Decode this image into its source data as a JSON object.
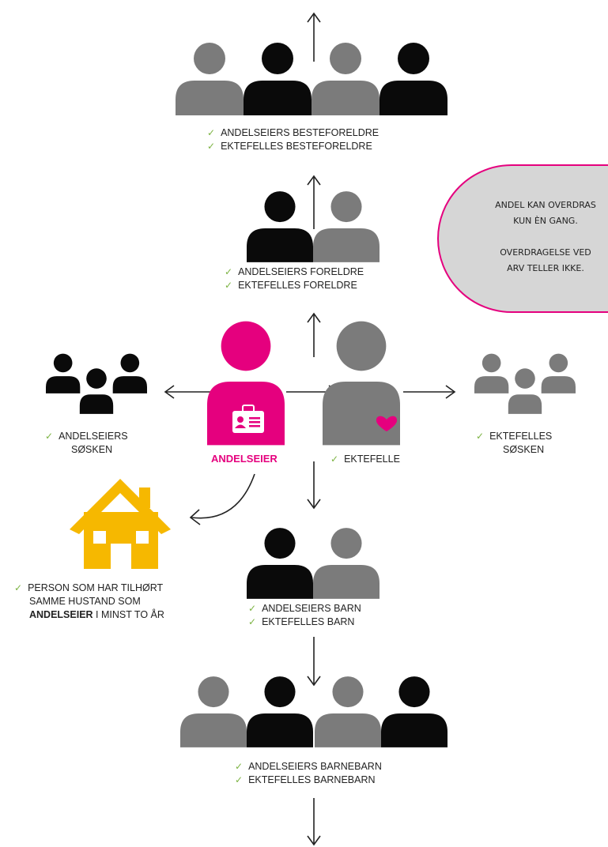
{
  "colors": {
    "grey_person": "#7b7b7b",
    "black_person": "#0a0a0a",
    "owner_pink": "#e5007e",
    "house_yellow": "#f6b800",
    "check_green": "#7cb342",
    "note_fill": "#d6d6d6"
  },
  "nodes": {
    "grandparents": {
      "line1": "ANDELSEIERS BESTEFORELDRE",
      "line2": "EKTEFELLES BESTEFORELDRE"
    },
    "parents": {
      "line1": "ANDELSEIERS FORELDRE",
      "line2": "EKTEFELLES FORELDRE"
    },
    "owner": {
      "label": "ANDELSEIER"
    },
    "spouse": {
      "label": "EKTEFELLE"
    },
    "owner_siblings": {
      "line1": "ANDELSEIERS",
      "line2": "SØSKEN"
    },
    "spouse_siblings": {
      "line1": "EKTEFELLES",
      "line2": "SØSKEN"
    },
    "household": {
      "line1": "PERSON SOM HAR TILHØRT",
      "line2": "SAMME HUSTAND SOM",
      "line3_bold": "ANDELSEIER",
      "line3_rest": " I MINST TO ÅR"
    },
    "children": {
      "line1": "ANDELSEIERS BARN",
      "line2": "EKTEFELLES BARN"
    },
    "grandchildren": {
      "line1": "ANDELSEIERS BARNEBARN",
      "line2": "EKTEFELLES BARNEBARN"
    }
  },
  "note": {
    "line1": "ANDEL KAN OVERDRAS",
    "line2": "KUN ÈN GANG.",
    "line3": "OVERDRAGELSE VED",
    "line4": "ARV TELLER IKKE."
  },
  "check_symbol": "✓"
}
